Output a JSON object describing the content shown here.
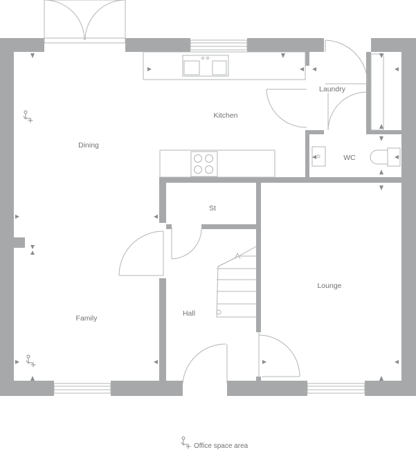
{
  "rooms": {
    "kitchen": "Kitchen",
    "laundry": "Laundry",
    "dining": "Dining",
    "wc": "WC",
    "store": "St",
    "lounge": "Lounge",
    "hall": "Hall",
    "family": "Family"
  },
  "legend": {
    "icon": "seated-person-icon",
    "label": "Office space area"
  },
  "colors": {
    "wall": "#a7a8aa",
    "line": "#b3b4b6",
    "text": "#707173"
  }
}
